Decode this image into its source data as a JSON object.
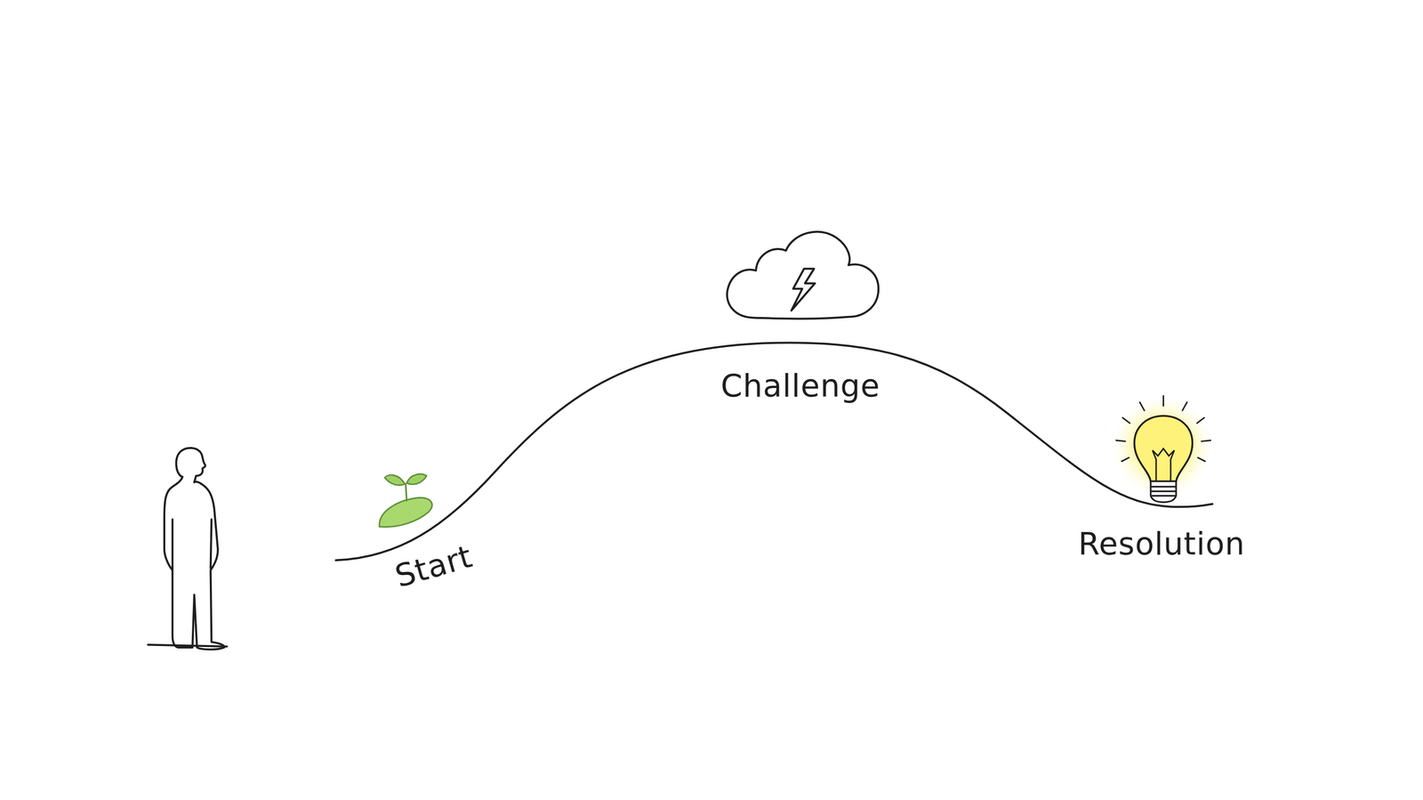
{
  "diagram": {
    "labels": [
      "Start",
      "Challenge",
      "Resolution"
    ]
  }
}
